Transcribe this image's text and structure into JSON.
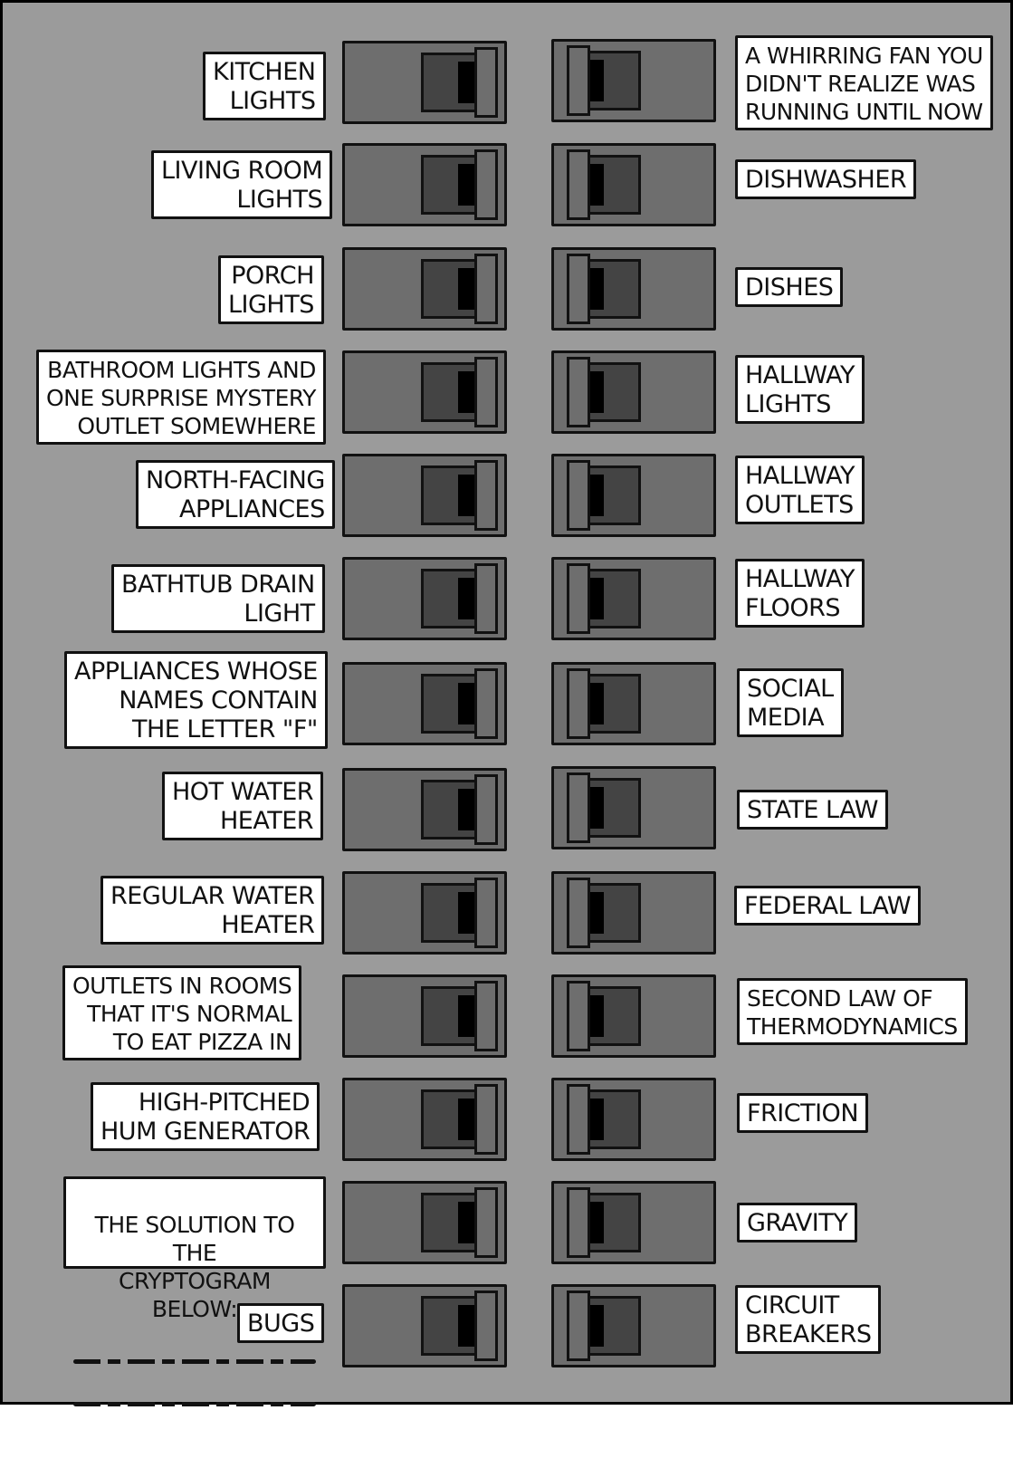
{
  "panel": {
    "background": "#9b9b9b",
    "breaker_color": "#6e6e6e",
    "slot_color": "#444444"
  },
  "left": [
    {
      "label": "Kitchen\nLights"
    },
    {
      "label": "Living Room\nLights"
    },
    {
      "label": "Porch\nLights"
    },
    {
      "label": "Bathroom lights and\none surprise mystery\noutlet somewhere"
    },
    {
      "label": "North-facing\nappliances"
    },
    {
      "label": "Bathtub drain\nlight"
    },
    {
      "label": "Appliances whose\nnames contain\nthe letter \"F\""
    },
    {
      "label": "Hot water\nheater"
    },
    {
      "label": "Regular water\nheater"
    },
    {
      "label": "Outlets in rooms\nthat it's normal\nto eat pizza in"
    },
    {
      "label": "High-pitched\nhum generator"
    },
    {
      "label": "The solution to the\ncryptogram below:",
      "cryptogram": "illegible scribbled cipher text (2 lines)"
    },
    {
      "label": "Bugs"
    }
  ],
  "right": [
    {
      "label": "A whirring fan you\ndidn't realize was\nrunning until now"
    },
    {
      "label": "Dishwasher"
    },
    {
      "label": "Dishes"
    },
    {
      "label": "Hallway\nlights"
    },
    {
      "label": "Hallway\noutlets"
    },
    {
      "label": "Hallway\nfloors"
    },
    {
      "label": "Social\nmedia"
    },
    {
      "label": "State law"
    },
    {
      "label": "Federal law"
    },
    {
      "label": "Second law of\nthermodynamics"
    },
    {
      "label": "Friction"
    },
    {
      "label": "Gravity"
    },
    {
      "label": "Circuit\nbreakers"
    }
  ]
}
